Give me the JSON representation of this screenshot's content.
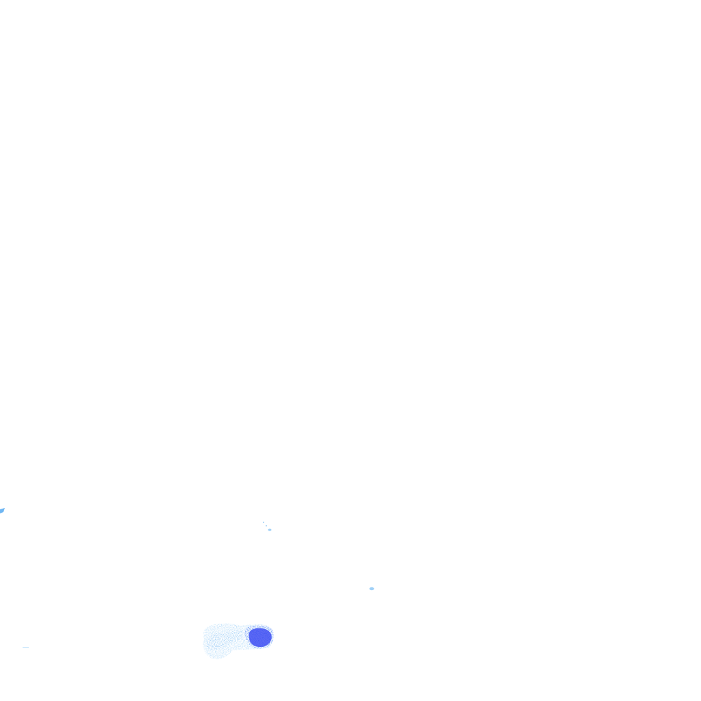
{
  "map": {
    "kind": "precipitation-radar-overlay",
    "background_color": "#ffffff",
    "palette": {
      "light": "#c6e4fb",
      "light_mid": "#9fd0f7",
      "mid": "#6fb6f2",
      "strong": "#4a7df5",
      "heavy": "#3f4ff2"
    },
    "echoes": [
      {
        "name": "echo-main-cell",
        "intensity": "mixed"
      },
      {
        "name": "echo-heavy-core",
        "intensity": "heavy"
      },
      {
        "name": "echo-left-edge",
        "intensity": "mid"
      },
      {
        "name": "echo-speck-center",
        "intensity": "light_mid"
      },
      {
        "name": "echo-speck-right",
        "intensity": "light_mid"
      },
      {
        "name": "echo-speck-left-low",
        "intensity": "light"
      }
    ]
  }
}
